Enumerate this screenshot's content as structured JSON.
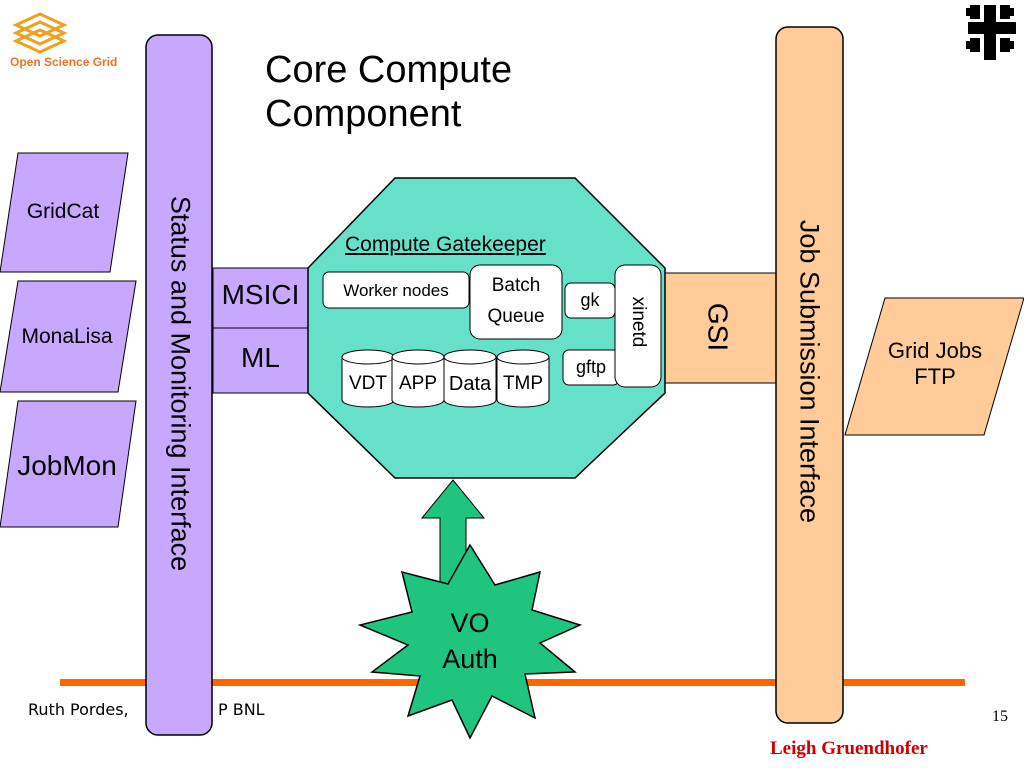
{
  "slide": {
    "title": "Core Compute\nComponent",
    "footer": "Ruth Pordes,",
    "footer_suffix": "P BNL",
    "page_number": "15",
    "author": "Leigh Gruendhofer"
  },
  "logo": {
    "text": "Open Science Grid",
    "color": "#e8732a"
  },
  "colors": {
    "purple": "#c8a8ff",
    "orange_peach": "#ffcc99",
    "teal": "#66e0c8",
    "green_arrow": "#1fc47e",
    "orange_line": "#ff6600",
    "author_red": "#cc0000"
  },
  "left_bar": {
    "label": "Status and Monitoring Interface"
  },
  "right_bar": {
    "label": "Job Submission Interface"
  },
  "monitors": [
    {
      "label": "GridCat"
    },
    {
      "label": "MonaLisa"
    },
    {
      "label": "JobMon"
    }
  ],
  "msici_label": "MSICI",
  "ml_label": "ML",
  "gsi_label": "GSI",
  "grid_jobs": {
    "line1": "Grid Jobs",
    "line2": "FTP"
  },
  "gatekeeper": {
    "title": "Compute Gatekeeper",
    "worker_nodes": "Worker nodes",
    "batch_queue": "Batch\nQueue",
    "gk": "gk",
    "gftp": "gftp",
    "xinetd": "xinetd",
    "cylinders": [
      "VDT",
      "APP",
      "Data",
      "TMP"
    ]
  },
  "vo_auth": "VO\nAuth"
}
